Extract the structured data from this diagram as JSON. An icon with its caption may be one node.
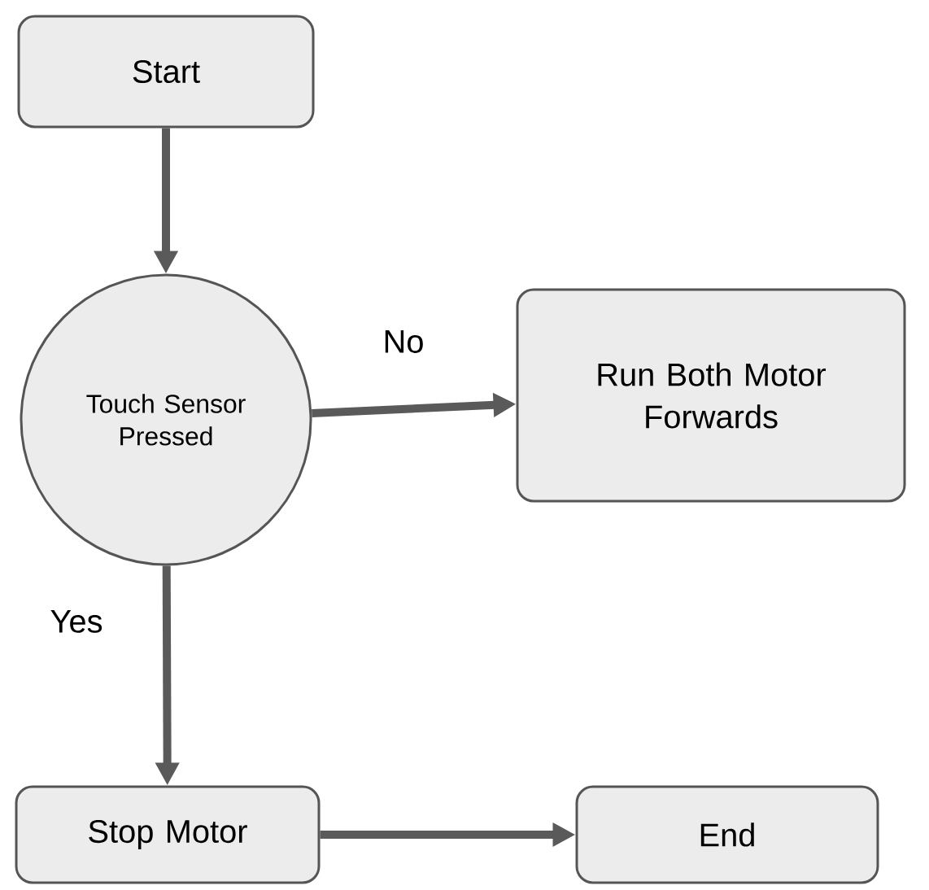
{
  "diagram": {
    "nodes": [
      {
        "text": [
          "Start"
        ]
      },
      {
        "text": [
          "Touch Sensor Pressed"
        ]
      },
      {
        "text": [
          "Run Both Motor Forwards"
        ]
      },
      {
        "text": [
          "Stop Motor"
        ]
      },
      {
        "text": [
          "End"
        ]
      }
    ],
    "edges": [
      {
        "from": 0,
        "to": 1,
        "arrow": "to"
      },
      {
        "from": 1,
        "to": 2,
        "arrow": "to",
        "label": "No"
      },
      {
        "from": 1,
        "to": 3,
        "arrow": "to",
        "label": "Yes"
      },
      {
        "from": 3,
        "to": 4,
        "arrow": "to"
      }
    ]
  }
}
